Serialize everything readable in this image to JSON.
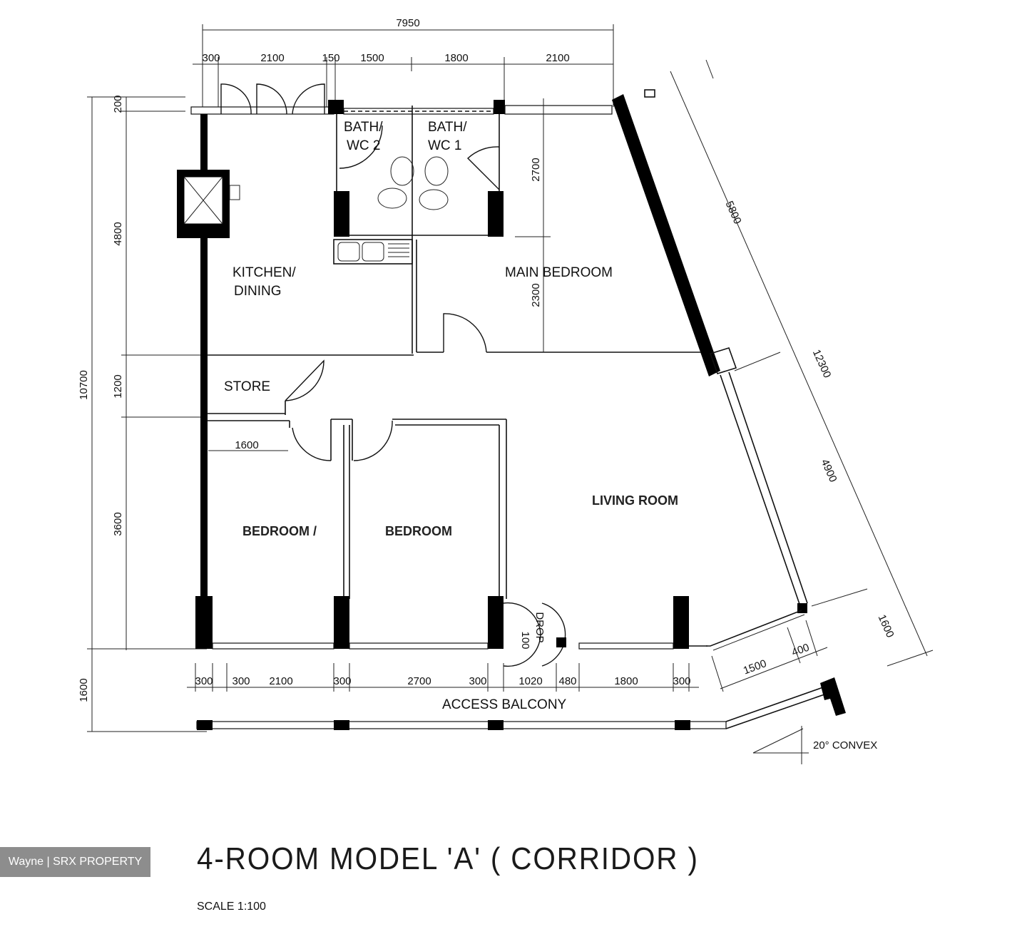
{
  "title": "4-ROOM MODEL 'A' ( CORRIDOR )",
  "scale": "SCALE   1:100",
  "watermark": "Wayne | SRX PROPERTY",
  "rooms": {
    "bath_wc2": [
      "BATH/",
      "WC 2"
    ],
    "bath_wc1": [
      "BATH/",
      "WC 1"
    ],
    "kitchen": [
      "KITCHEN/",
      "DINING"
    ],
    "main_bedroom": "MAIN BEDROOM",
    "store": "STORE",
    "living_room": "LIVING ROOM",
    "bedroom_left": "BEDROOM /",
    "bedroom_mid": "BEDROOM",
    "access_balcony": "ACCESS BALCONY",
    "drop": "DROP",
    "convex": "20° CONVEX"
  },
  "dimensions": {
    "top_overall": "7950",
    "top": [
      "300",
      "2100",
      "150",
      "1500",
      "1800",
      "2100"
    ],
    "left_overall": "10700",
    "left": [
      "200",
      "4800",
      "1200",
      "3600"
    ],
    "left_balcony": "1600",
    "inner_right": [
      "2700",
      "2300"
    ],
    "store_width": "1600",
    "diagonal_overall": "12300",
    "diagonal": [
      "5800",
      "4900",
      "1600"
    ],
    "bottom": [
      "300",
      "300",
      "2100",
      "300",
      "2700",
      "300",
      "1020",
      "480",
      "1800",
      "300"
    ],
    "bottom_right": [
      "1500",
      "400"
    ],
    "drop_width": "100"
  }
}
